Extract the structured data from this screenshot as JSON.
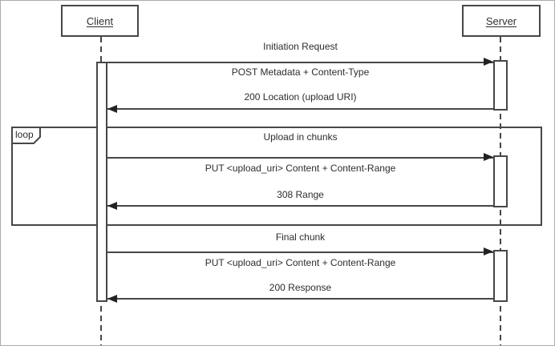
{
  "actors": {
    "client": "Client",
    "server": "Server"
  },
  "sections": {
    "initiation": {
      "title": "Initiation Request",
      "request": "POST Metadata + Content-Type",
      "response": "200 Location (upload URI)"
    },
    "loop": {
      "operator": "loop",
      "title": "Upload in chunks",
      "request": "PUT <upload_uri> Content + Content-Range",
      "response": "308 Range"
    },
    "final": {
      "title": "Final chunk",
      "request": "PUT <upload_uri> Content + Content-Range",
      "response": "200 Response"
    }
  },
  "colors": {
    "line": "#474747",
    "arrow": "#232323",
    "text": "#2d2d2d",
    "background": "#ffffff",
    "canvas_border": "#ababab"
  }
}
